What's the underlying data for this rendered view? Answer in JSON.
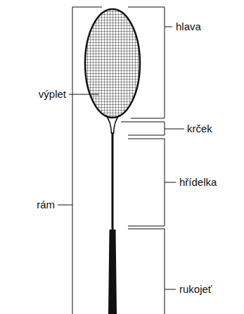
{
  "diagram": {
    "labels": [
      "hlava",
      "výplet",
      "krček",
      "hřídelka",
      "rám",
      "rukojeť"
    ]
  }
}
